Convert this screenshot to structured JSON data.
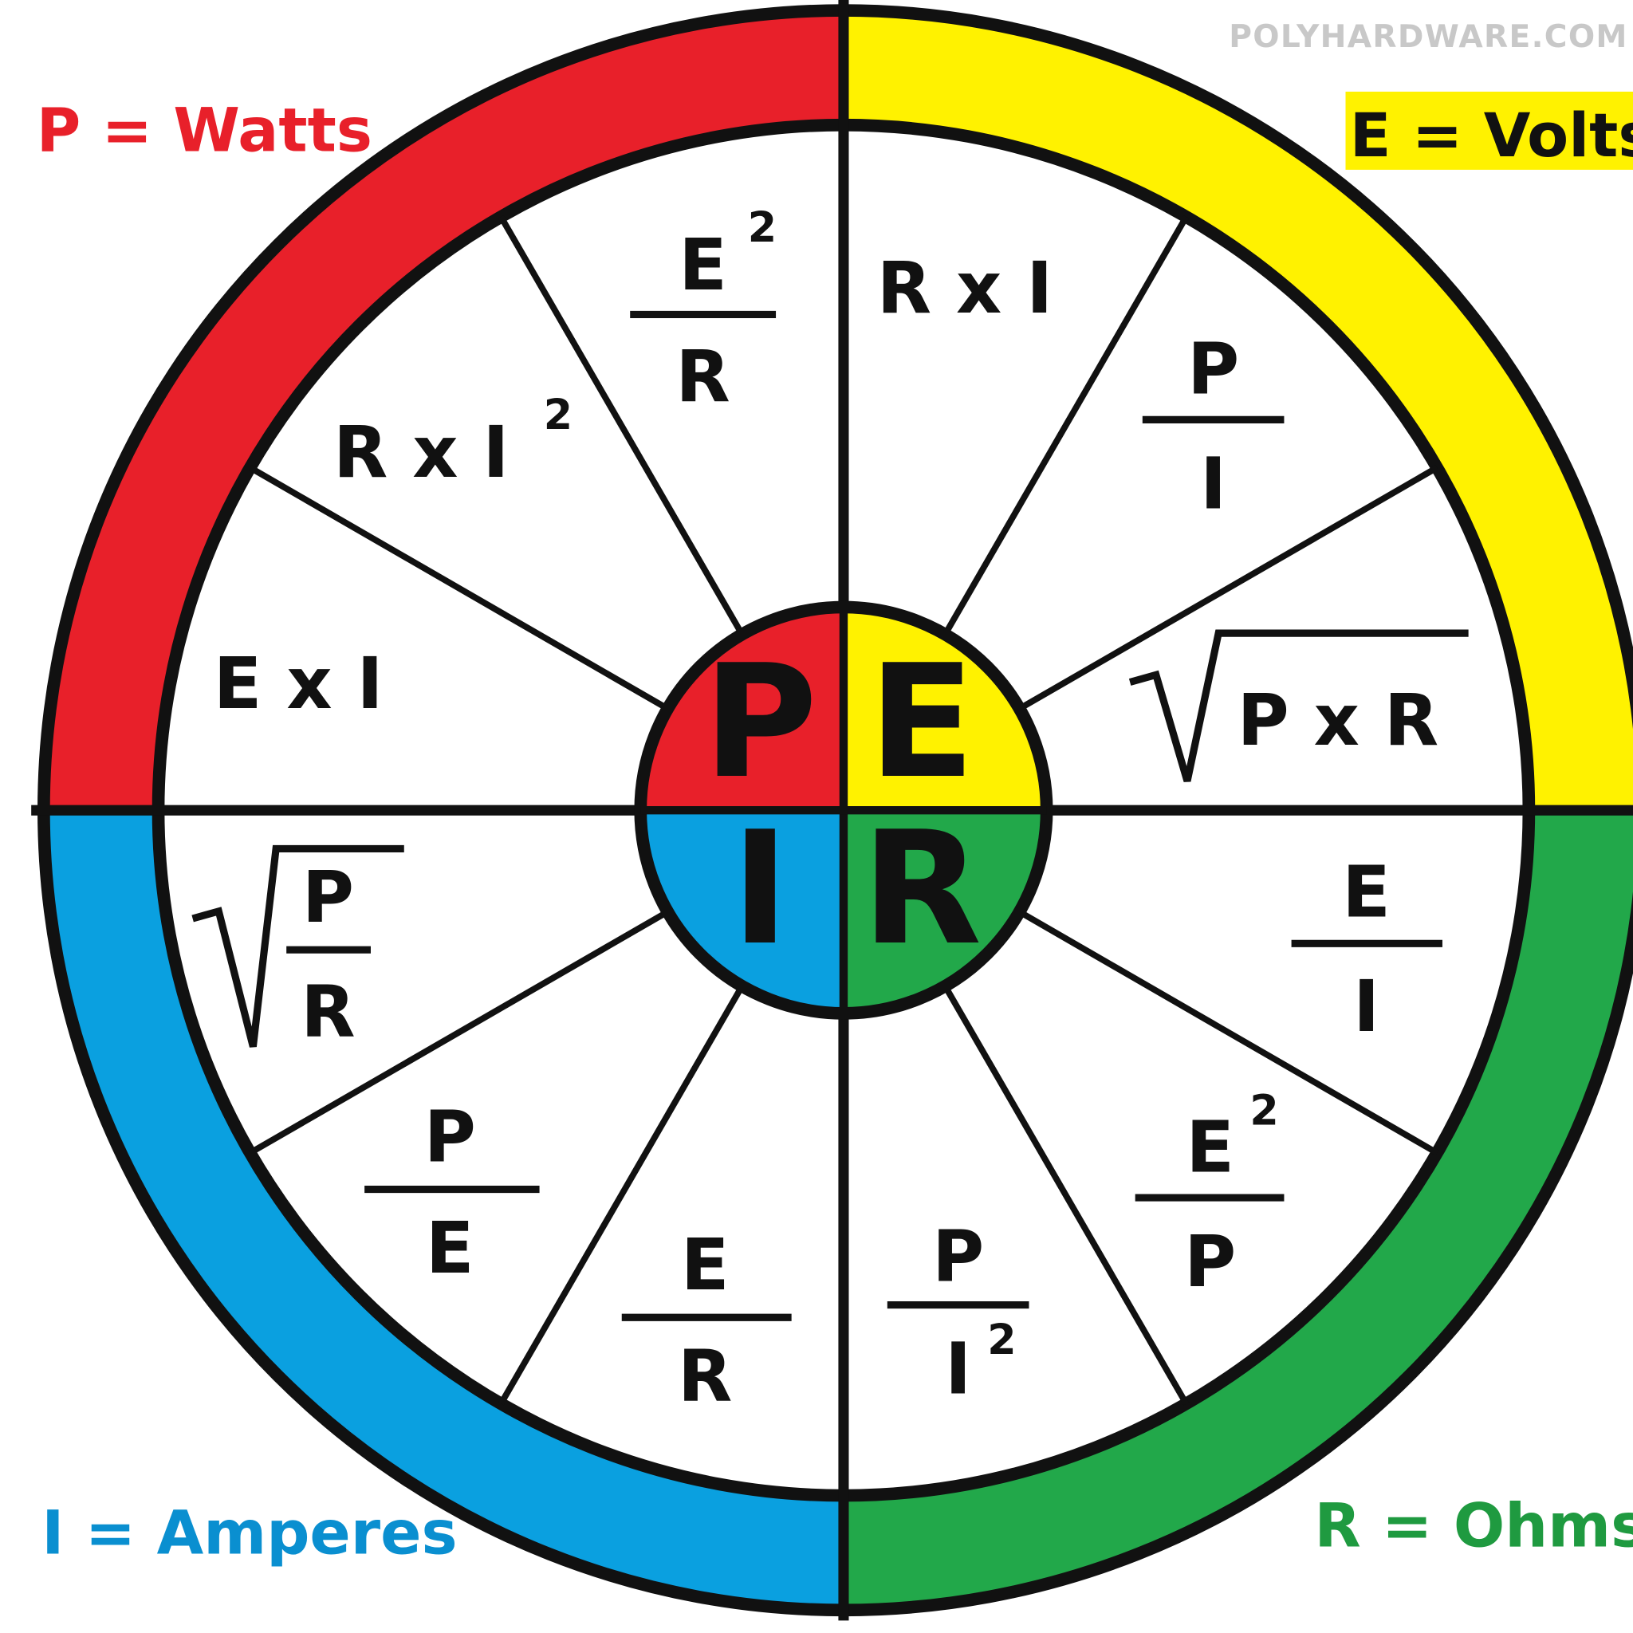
{
  "watermark": "POLYHARDWARE.COM",
  "colors": {
    "P": "#e8202a",
    "E": "#fff200",
    "I": "#0aa0e0",
    "R": "#22a84a"
  },
  "legend": {
    "P": "P = Watts",
    "E": "E = Volts",
    "I": "I = Amperes",
    "R": "R = Ohms"
  },
  "center": {
    "P": "P",
    "E": "E",
    "I": "I",
    "R": "R"
  },
  "formulas": {
    "P": {
      "e2_over_r": {
        "num": "E",
        "sup": "2",
        "den": "R"
      },
      "r_times_i2": {
        "text": "R x I",
        "sup": "2"
      },
      "e_times_i": {
        "text": "E x I"
      }
    },
    "E": {
      "r_times_i": {
        "text": "R x I"
      },
      "p_over_i": {
        "num": "P",
        "den": "I"
      },
      "sqrt_p_times_r": {
        "text": "P x R"
      }
    },
    "R": {
      "e_over_i": {
        "num": "E",
        "den": "I"
      },
      "e2_over_p": {
        "num": "E",
        "sup": "2",
        "den": "P"
      },
      "p_over_i2": {
        "num": "P",
        "den": "I",
        "sup": "2"
      }
    },
    "I": {
      "e_over_r": {
        "num": "E",
        "den": "R"
      },
      "p_over_e": {
        "num": "P",
        "den": "E"
      },
      "sqrt_p_over_r": {
        "num": "P",
        "den": "R"
      }
    }
  }
}
